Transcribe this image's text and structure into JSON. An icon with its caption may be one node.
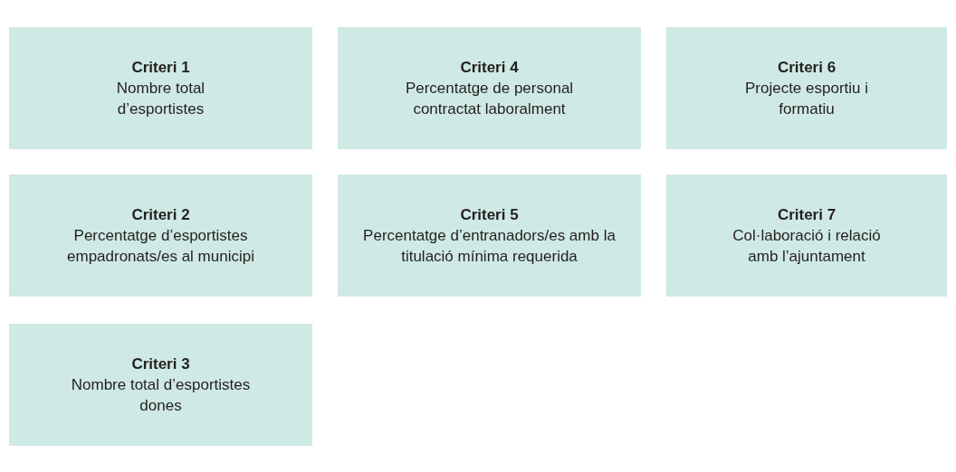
{
  "diagram": {
    "nodes": [
      {
        "text": [
          "Criteri 1",
          "Nombre total d’esportistes"
        ]
      },
      {
        "text": [
          "Criteri 4",
          "Percentatge de personal contractat laboralment"
        ]
      },
      {
        "text": [
          "Criteri 6",
          "Projecte esportiu i formatiu"
        ]
      },
      {
        "text": [
          "Criteri 2",
          "Percentatge d’esportistes empadronats/es al municipi"
        ]
      },
      {
        "text": [
          "Criteri 5",
          "Percentatge d’entranadors/es amb la titulació mínima requerida"
        ]
      },
      {
        "text": [
          "Criteri 7",
          "Col·laboració i relació amb l’ajuntament"
        ]
      },
      {
        "text": [
          "Criteri 3",
          "Nombre total d’esportistes dones"
        ]
      }
    ]
  }
}
